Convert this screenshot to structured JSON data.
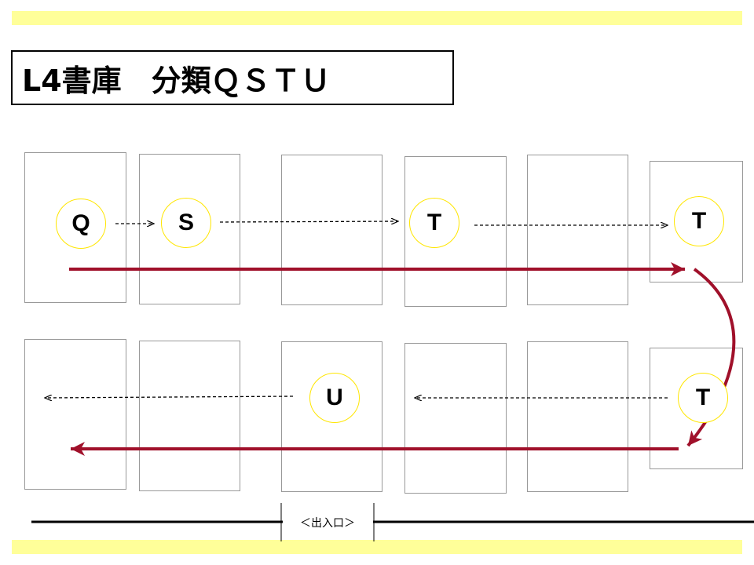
{
  "title": "L4書庫　分類ＱＳＴＵ",
  "colors": {
    "band": "#ffff99",
    "route": "#a0102a",
    "circle_border": "#ffe600",
    "shelf_border": "#999999"
  },
  "shelves": {
    "top_row": [
      "",
      "",
      "",
      "",
      "",
      ""
    ],
    "bottom_row": [
      "",
      "",
      "",
      "",
      "",
      ""
    ]
  },
  "markers": {
    "q": "Q",
    "s": "S",
    "t1": "T",
    "t2": "T",
    "t3": "T",
    "u": "U"
  },
  "entrance": {
    "label": "＜出入口＞"
  }
}
